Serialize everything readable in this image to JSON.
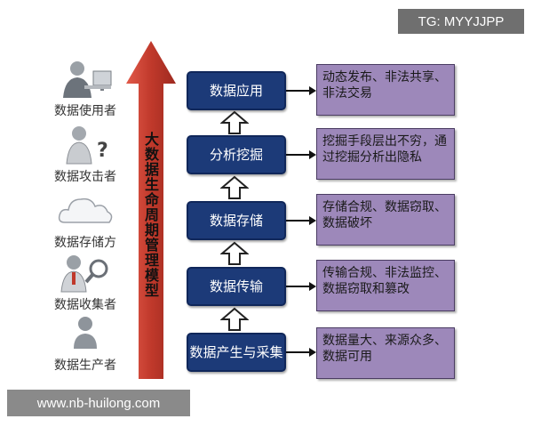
{
  "watermarks": {
    "top": "TG: MYYJJPP",
    "bottom": "www.nb-huilong.com"
  },
  "roles": [
    {
      "label": "数据使用者",
      "icon": "person-at-computer-icon"
    },
    {
      "label": "数据攻击者",
      "icon": "person-with-question-icon"
    },
    {
      "label": "数据存储方",
      "icon": "cloud-icon"
    },
    {
      "label": "数据收集者",
      "icon": "person-with-magnifier-icon"
    },
    {
      "label": "数据生产者",
      "icon": "person-silhouette-icon"
    }
  ],
  "vertical_title": "大数据生命周期管理模型",
  "stages": [
    {
      "label": "数据应用",
      "risk": "动态发布、非法共享、非法交易"
    },
    {
      "label": "分析挖掘",
      "risk": "挖掘手段层出不穷，通过挖掘分析出隐私"
    },
    {
      "label": "数据存储",
      "risk": "存储合规、数据窃取、数据破坏"
    },
    {
      "label": "数据传输",
      "risk": "传输合规、非法监控、数据窃取和篡改"
    },
    {
      "label": "数据产生与采集",
      "risk": "数据量大、来源众多、数据可用"
    }
  ],
  "colors": {
    "stage_fill": "#1c3a78",
    "risk_fill": "#9d88ba",
    "main_arrow": "#c0392b"
  }
}
